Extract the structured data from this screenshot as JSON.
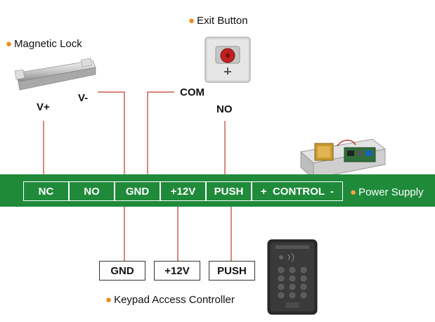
{
  "labels": {
    "magnetic_lock": "Magnetic Lock",
    "exit_button": "Exit Button",
    "power_supply": "Power Supply",
    "keypad_controller": "Keypad Access Controller"
  },
  "terminals": {
    "v_plus": "V+",
    "v_minus": "V-",
    "com": "COM",
    "no": "NO"
  },
  "control_strip": {
    "cells": [
      "NC",
      "NO",
      "GND",
      "+12V",
      "PUSH",
      "+  CONTROL  -"
    ]
  },
  "keypad_terminals": [
    "GND",
    "+12V",
    "PUSH"
  ],
  "colors": {
    "strip_green": "#1f8a3a",
    "wire_red": "#c0392b",
    "bullet_orange": "#f08a1c"
  },
  "icons": {
    "magnetic_lock": "magnetic-lock-icon",
    "exit_button": "exit-button-icon",
    "power_supply": "power-supply-icon",
    "keypad": "keypad-icon"
  }
}
